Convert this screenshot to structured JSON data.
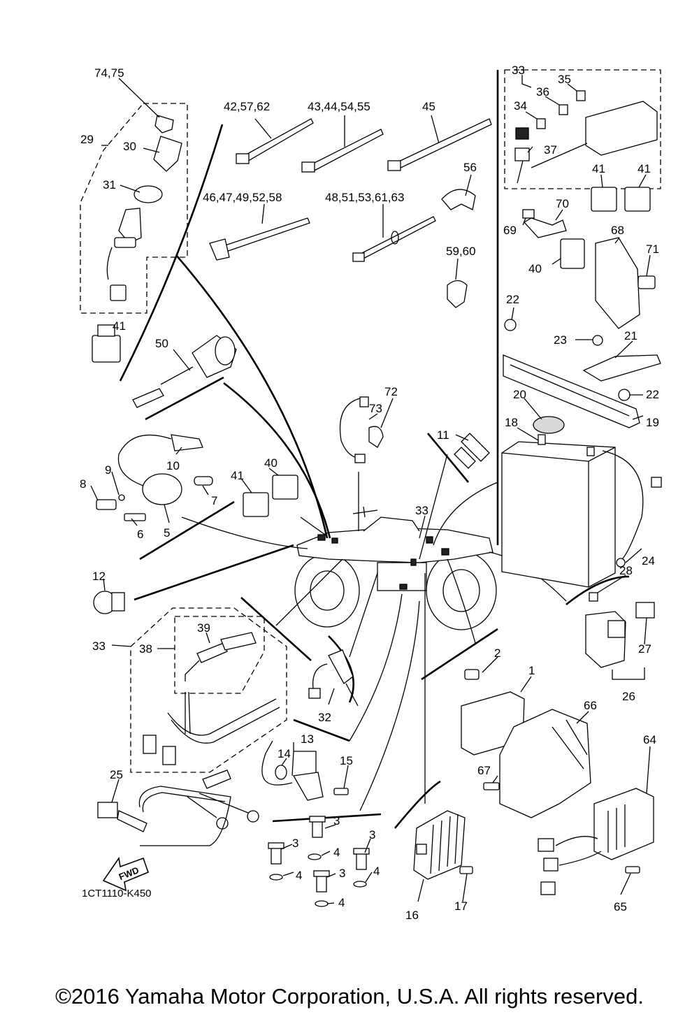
{
  "labels": {
    "l74_75": "74,75",
    "l29": "29",
    "l30": "30",
    "l31": "31",
    "l41a": "41",
    "l42_57_62": "42,57,62",
    "l43_44_54_55": "43,44,54,55",
    "l45": "45",
    "l46_47_49_52_58": "46,47,49,52,58",
    "l48_51_53_61_63": "48,51,53,61,63",
    "l56": "56",
    "l59_60": "59,60",
    "l50": "50",
    "l72": "72",
    "l73": "73",
    "l10": "10",
    "l9": "9",
    "l8": "8",
    "l7": "7",
    "l6": "6",
    "l5": "5",
    "l40a": "40",
    "l41b": "41",
    "l11": "11",
    "l33a": "33",
    "l33b": "33",
    "l34": "34",
    "l35": "35",
    "l36": "36",
    "l37": "37",
    "l41c": "41",
    "l41d": "41",
    "l69": "69",
    "l70": "70",
    "l68": "68",
    "l40b": "40",
    "l71": "71",
    "l22a": "22",
    "l23": "23",
    "l21": "21",
    "l22b": "22",
    "l19": "19",
    "l20": "20",
    "l18": "18",
    "l24": "24",
    "l12": "12",
    "l33c": "33",
    "l38": "38",
    "l39": "39",
    "l32": "32",
    "l13": "13",
    "l14": "14",
    "l15": "15",
    "l25": "25",
    "l3a": "3",
    "l3b": "3",
    "l3c": "3",
    "l3d": "3",
    "l4a": "4",
    "l4b": "4",
    "l4c": "4",
    "l4d": "4",
    "l16": "16",
    "l17": "17",
    "l2": "2",
    "l1": "1",
    "l66": "66",
    "l67": "67",
    "l64": "64",
    "l65": "65",
    "l28": "28",
    "l27": "27",
    "l26": "26"
  },
  "fwd_label": "FWD",
  "diagram_code": "1CT1110-K450",
  "copyright": "©2016 Yamaha Motor Corporation, U.S.A. All rights reserved."
}
